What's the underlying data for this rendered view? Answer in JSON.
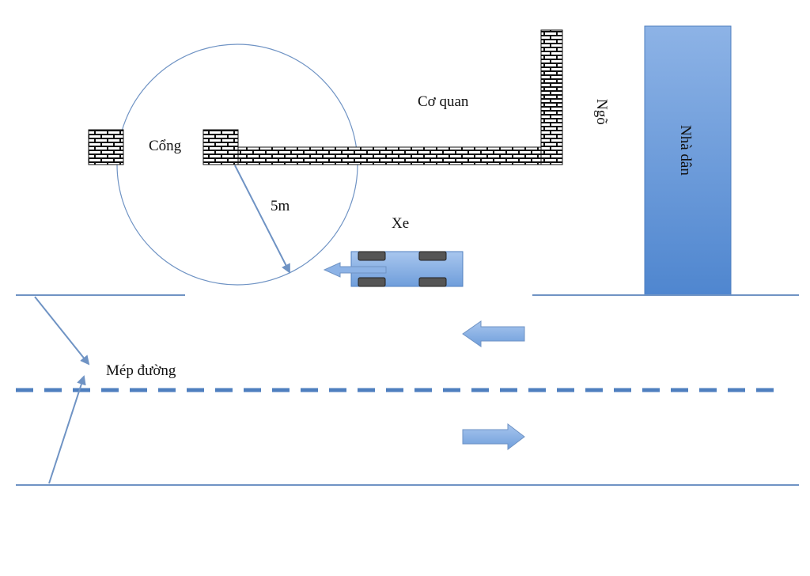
{
  "labels": {
    "gate": "Cổng",
    "agency": "Cơ quan",
    "alley": "Ngõ",
    "house": "Nhà dân",
    "radius": "5m",
    "vehicle": "Xe",
    "road_edge": "Mép đường"
  },
  "colors": {
    "line": "#6f93c4",
    "fill_light": "#8db3e6",
    "fill_dark": "#4f86cf",
    "wheel": "#555555",
    "brick": "#111111"
  },
  "icons": {
    "wall": "brick-wall",
    "vehicle": "car-top-view",
    "arrow": "block-arrow"
  }
}
